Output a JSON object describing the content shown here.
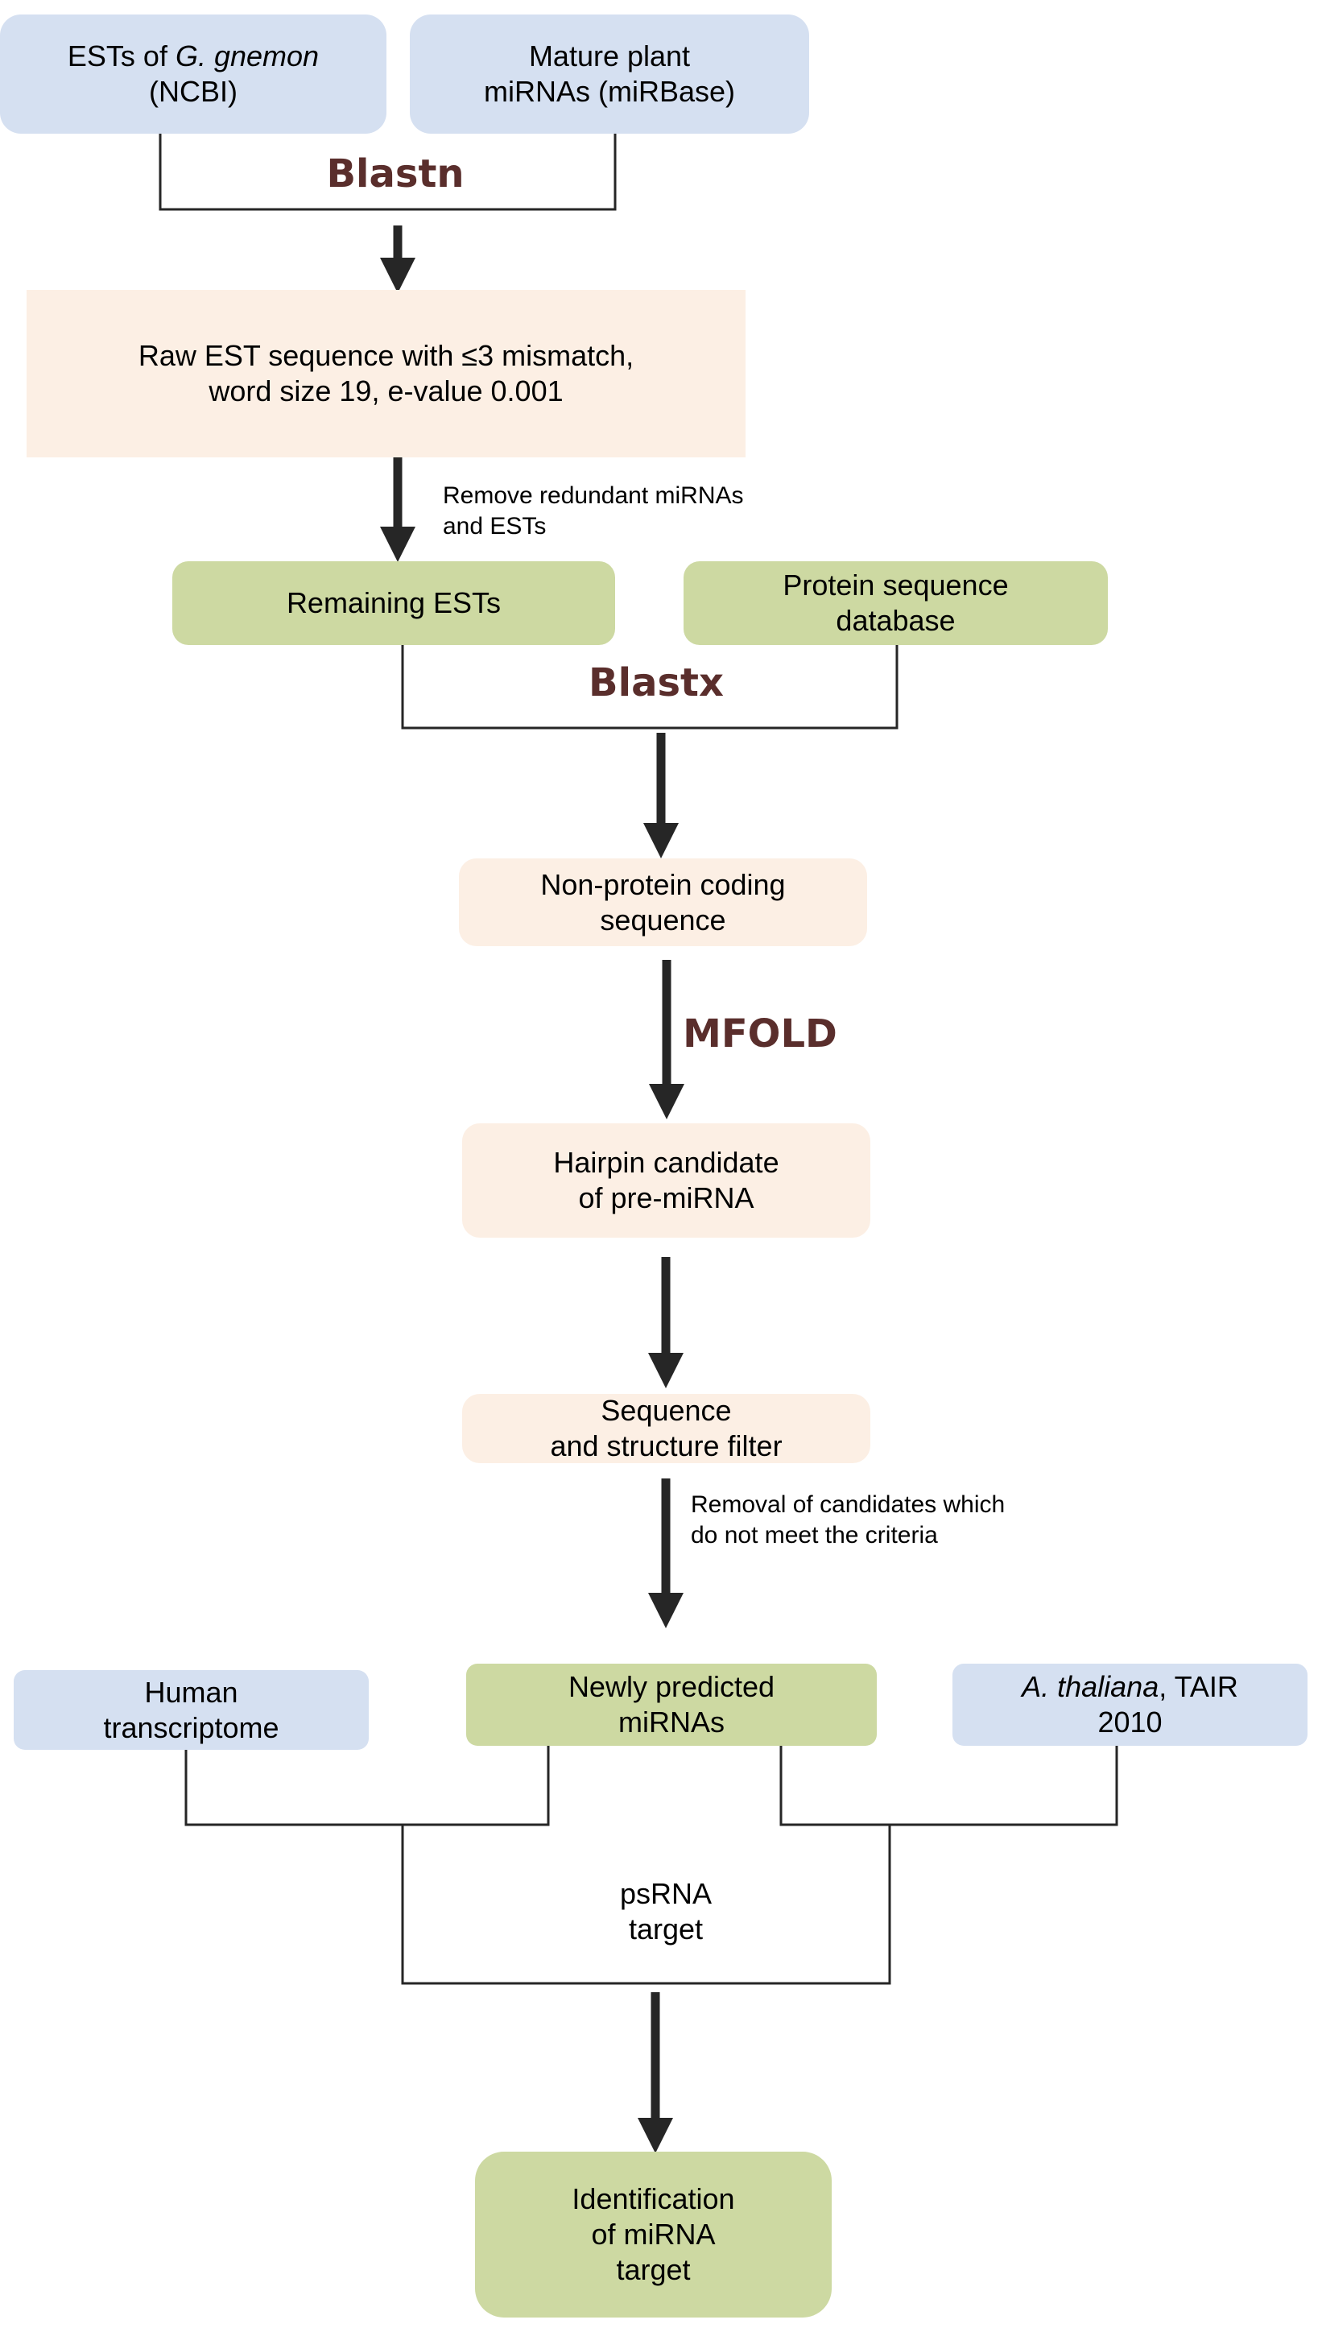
{
  "diagram": {
    "type": "flowchart",
    "nodes": {
      "ests": {
        "line1_pre": "ESTs of ",
        "line1_italic": "G. gnemon",
        "line2": "(NCBI)"
      },
      "mature": {
        "line1": "Mature plant",
        "line2": "miRNAs (miRBase)"
      },
      "raw_est": {
        "line1": "Raw EST sequence with ≤3 mismatch,",
        "line2": "word size 19, e-value 0.001"
      },
      "remaining": {
        "line1": "Remaining ESTs"
      },
      "protein_db": {
        "line1": "Protein sequence",
        "line2": "database"
      },
      "non_protein": {
        "line1": "Non-protein coding",
        "line2": "sequence"
      },
      "hairpin": {
        "line1": "Hairpin candidate",
        "line2": "of pre-miRNA"
      },
      "filter": {
        "line1": "Sequence",
        "line2": "and structure filter"
      },
      "human": {
        "line1": "Human",
        "line2": "transcriptome"
      },
      "newly": {
        "line1": "Newly predicted",
        "line2": "miRNAs"
      },
      "athaliana": {
        "line1_italic": "A. thaliana",
        "line1_post": ", TAIR",
        "line2": "2010"
      },
      "identification": {
        "line1": "Identification",
        "line2": "of miRNA",
        "line3": "target"
      }
    },
    "tools": {
      "blastn": "Blastn",
      "blastx": "Blastx",
      "mfold": "MFOLD",
      "psrna": {
        "line1": "psRNA",
        "line2": "target"
      }
    },
    "notes": {
      "remove": {
        "line1": "Remove redundant miRNAs",
        "line2": "and ESTs"
      },
      "removal": {
        "line1": "Removal of candidates which",
        "line2": "do not meet the criteria"
      }
    },
    "colors": {
      "input_blue": "#d5e0f1",
      "process_peach": "#fcefe4",
      "result_green": "#cdd9a2",
      "tool_label": "#5a2e2c",
      "arrow": "#262626"
    }
  }
}
